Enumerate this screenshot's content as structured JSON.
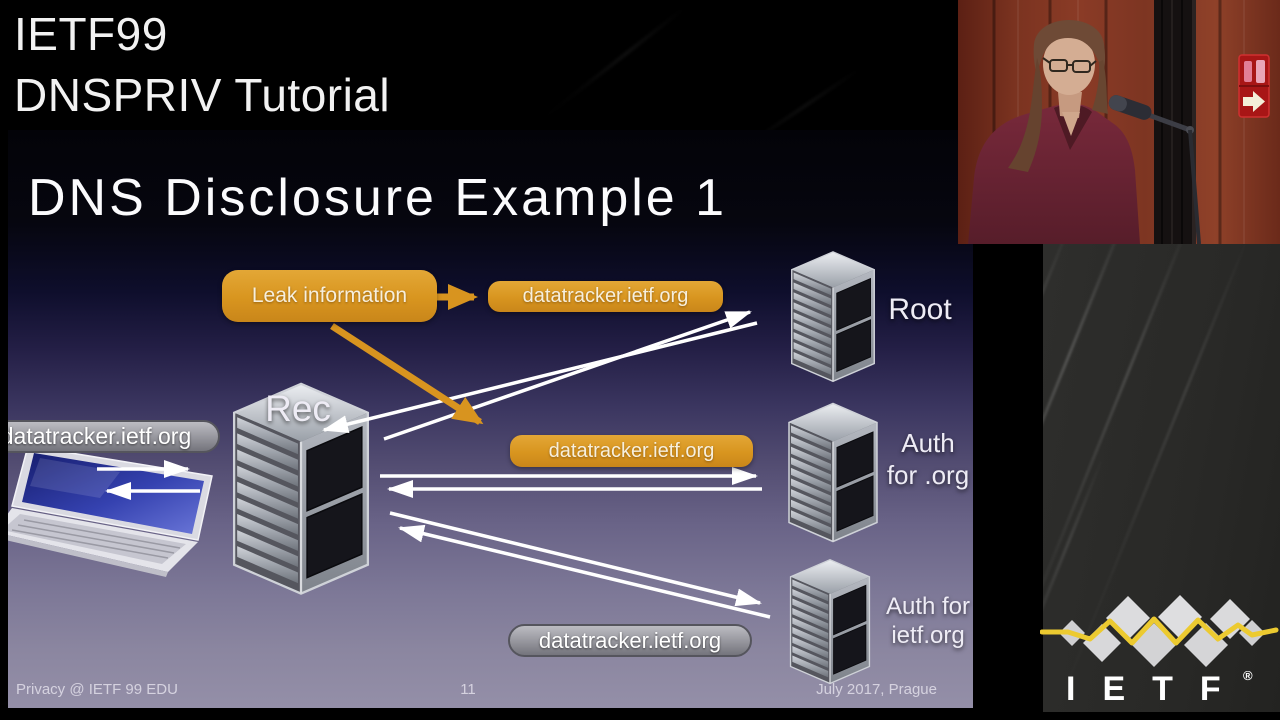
{
  "header": {
    "line1": "IETF99",
    "line2": "DNSPRIV Tutorial"
  },
  "slide": {
    "title": "DNS Disclosure Example 1",
    "leak_callout": "Leak information",
    "leaked_query_root": "datatracker.ietf.org",
    "leaked_query_org": "datatracker.ietf.org",
    "client_query": "datatracker.ietf.org",
    "final_query": "datatracker.ietf.org",
    "nodes": {
      "recursive": "Rec",
      "root": "Root",
      "auth_org_line1": "Auth",
      "auth_org_line2": "for .org",
      "auth_ietf_line1": "Auth for",
      "auth_ietf_line2": "ietf.org"
    },
    "footer": {
      "left": "Privacy @ IETF 99 EDU",
      "page_number": "11",
      "right": "July 2017, Prague"
    }
  },
  "logo": {
    "wordmark": "IETF",
    "registered": "®"
  },
  "colors": {
    "accent_orange": "#d8951f",
    "arrow_white": "#ffffff",
    "logo_yellow": "#ecca30",
    "slide_gradient_top": "#030308",
    "slide_gradient_bottom": "#948fa8",
    "speaker_shirt": "#6d2331"
  }
}
